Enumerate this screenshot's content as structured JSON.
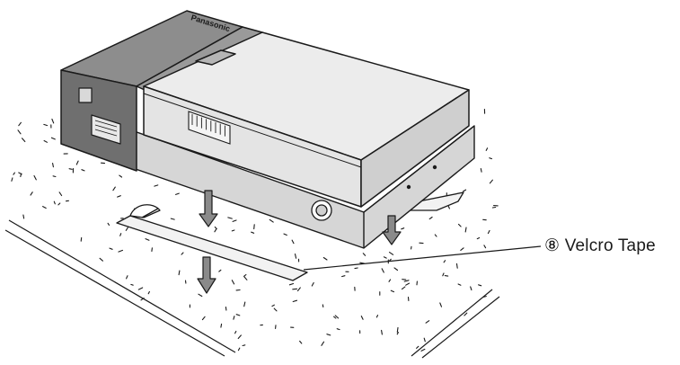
{
  "device": {
    "brand": "Panasonic"
  },
  "callout": {
    "number": "⑧",
    "label": "Velcro Tape"
  },
  "colors": {
    "line": "#1a1a1a",
    "dark_panel": "#6f6f6f",
    "mid_panel": "#9a9a9a",
    "light_panel": "#e4e4e4",
    "base_panel": "#d6d6d6",
    "arrow": "#8a8a8a"
  },
  "icons": [
    "down-arrow-icon",
    "down-arrow-icon",
    "down-arrow-icon"
  ]
}
